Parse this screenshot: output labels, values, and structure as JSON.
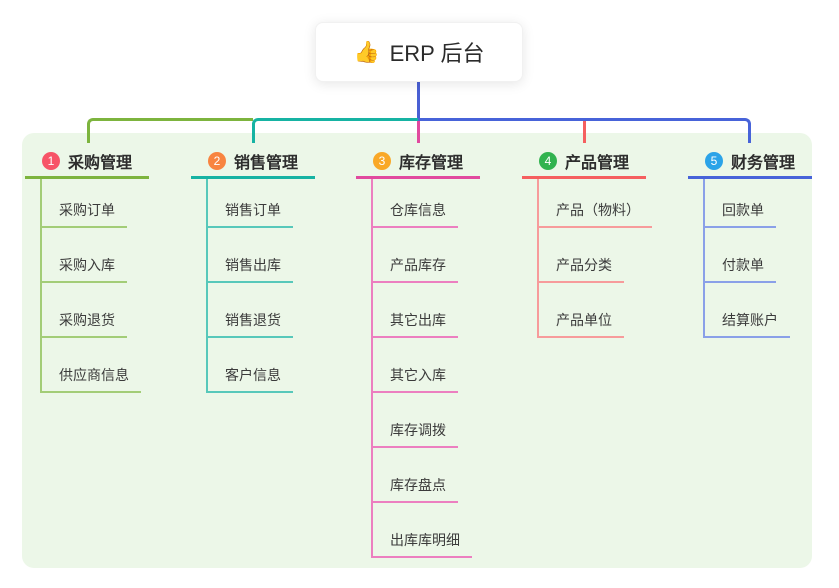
{
  "root": {
    "icon": "👍",
    "label": "ERP 后台",
    "trunk_color": "#4a60d4"
  },
  "canvas": {
    "background": "#ffffff",
    "panel_color": "#ecf7e8"
  },
  "branches": [
    {
      "badge": "1",
      "badge_color": "#f75467",
      "title": "采购管理",
      "line_color": "#7db43e",
      "child_line_color": "#a3cd77",
      "children": [
        "采购订单",
        "采购入库",
        "采购退货",
        "供应商信息"
      ]
    },
    {
      "badge": "2",
      "badge_color": "#f88440",
      "title": "销售管理",
      "line_color": "#16b3a3",
      "child_line_color": "#57c8ba",
      "children": [
        "销售订单",
        "销售出库",
        "销售退货",
        "客户信息"
      ]
    },
    {
      "badge": "3",
      "badge_color": "#f9a827",
      "title": "库存管理",
      "line_color": "#e14a9f",
      "child_line_color": "#ec7fc0",
      "children": [
        "仓库信息",
        "产品库存",
        "其它出库",
        "其它入库",
        "库存调拨",
        "库存盘点",
        "出库库明细"
      ]
    },
    {
      "badge": "4",
      "badge_color": "#31b34f",
      "title": "产品管理",
      "line_color": "#f55f5f",
      "child_line_color": "#f79b9b",
      "children": [
        "产品（物料）",
        "产品分类",
        "产品单位"
      ]
    },
    {
      "badge": "5",
      "badge_color": "#2ba3e8",
      "title": "财务管理",
      "line_color": "#4763d9",
      "child_line_color": "#8aa0e8",
      "children": [
        "回款单",
        "付款单",
        "结算账户"
      ]
    }
  ]
}
